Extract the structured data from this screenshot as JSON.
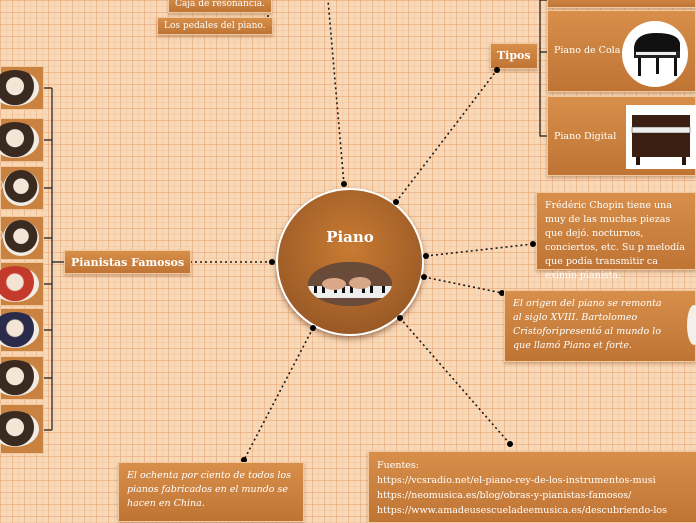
{
  "center": {
    "title": "Piano",
    "image": "piano-keys-photo"
  },
  "partes": {
    "item1": "Caja de resonancia.",
    "item2": "Los pedales del piano."
  },
  "tipos": {
    "label": "Tipos",
    "cola": "Piano de Cola",
    "digital": "Piano Digital"
  },
  "pianistas": {
    "label": "Pianistas Famosos",
    "count": 8,
    "paren1": ")",
    "paren2": ")"
  },
  "chopin": {
    "text": "Frédéric Chopin tiene una muy de las muchas piezas que dejó. nocturnos, conciertos, etc. Su p melodía que podía transmitir ca eximio pianista."
  },
  "origen": {
    "text": "El origen del piano se remonta al siglo XVIII. Bartolomeo Cristoforipresentó al mundo lo que llamó Piano et forte."
  },
  "china": {
    "text": "El ochenta por ciento de todos los pianos fabricados en el mundo se hacen en China."
  },
  "fuentes": {
    "title": "Fuentes:",
    "line1": "https://vcsradio.net/el-piano-rey-de-los-instrumentos-musi",
    "line2": "https://neomusica.es/blog/obras-y-pianistas-famosos/",
    "line3": "https://www.amadeusescueladeemusica.es/descubriendo-los"
  }
}
